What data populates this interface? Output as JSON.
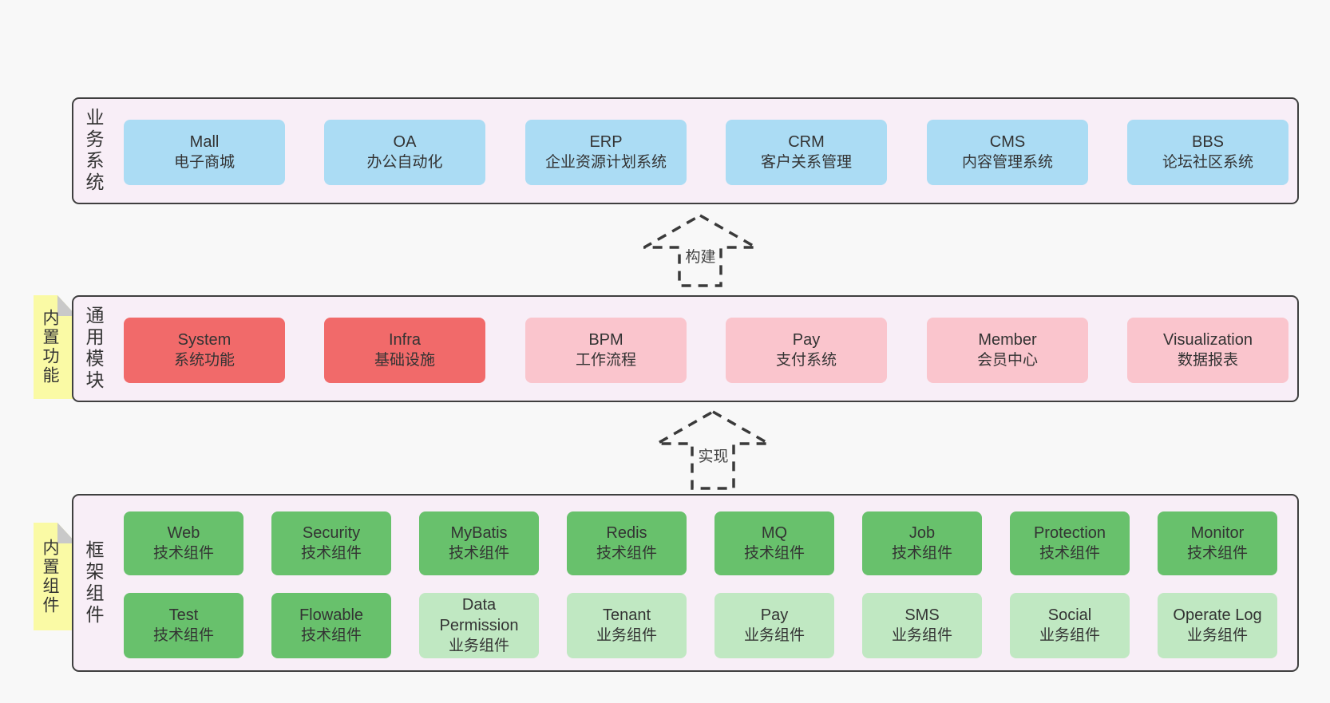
{
  "palette": {
    "page": "#f8f8f8",
    "panel": "#f8eef7",
    "border": "#3f3f3f",
    "blue": "#abdcf4",
    "red": "#f16a6a",
    "pink": "#fac5cd",
    "green": "#68c16c",
    "greenlight": "#c0e8c2",
    "yellow": "#fafaa5",
    "fold": "#c9c9c9",
    "text": "#333333"
  },
  "arrows": [
    {
      "label": "构建"
    },
    {
      "label": "实现"
    }
  ],
  "stickies": [
    {
      "label": "内置功能"
    },
    {
      "label": "内置组件"
    }
  ],
  "layers": [
    {
      "label": "业务系统",
      "boxes": [
        {
          "title": "Mall",
          "subtitle": "电子商城"
        },
        {
          "title": "OA",
          "subtitle": "办公自动化"
        },
        {
          "title": "ERP",
          "subtitle": "企业资源计划系统"
        },
        {
          "title": "CRM",
          "subtitle": "客户关系管理"
        },
        {
          "title": "CMS",
          "subtitle": "内容管理系统"
        },
        {
          "title": "BBS",
          "subtitle": "论坛社区系统"
        }
      ]
    },
    {
      "label": "通用模块",
      "boxes": [
        {
          "title": "System",
          "subtitle": "系统功能"
        },
        {
          "title": "Infra",
          "subtitle": "基础设施"
        },
        {
          "title": "BPM",
          "subtitle": "工作流程"
        },
        {
          "title": "Pay",
          "subtitle": "支付系统"
        },
        {
          "title": "Member",
          "subtitle": "会员中心"
        },
        {
          "title": "Visualization",
          "subtitle": "数据报表"
        }
      ]
    },
    {
      "label": "框架组件",
      "rows": [
        [
          {
            "title": "Web",
            "subtitle": "技术组件"
          },
          {
            "title": "Security",
            "subtitle": "技术组件"
          },
          {
            "title": "MyBatis",
            "subtitle": "技术组件"
          },
          {
            "title": "Redis",
            "subtitle": "技术组件"
          },
          {
            "title": "MQ",
            "subtitle": "技术组件"
          },
          {
            "title": "Job",
            "subtitle": "技术组件"
          },
          {
            "title": "Protection",
            "subtitle": "技术组件"
          },
          {
            "title": "Monitor",
            "subtitle": "技术组件"
          }
        ],
        [
          {
            "title": "Test",
            "subtitle": "技术组件"
          },
          {
            "title": "Flowable",
            "subtitle": "技术组件"
          },
          {
            "title": "Data Permission",
            "subtitle": "业务组件"
          },
          {
            "title": "Tenant",
            "subtitle": "业务组件"
          },
          {
            "title": "Pay",
            "subtitle": "业务组件"
          },
          {
            "title": "SMS",
            "subtitle": "业务组件"
          },
          {
            "title": "Social",
            "subtitle": "业务组件"
          },
          {
            "title": "Operate Log",
            "subtitle": "业务组件"
          }
        ]
      ]
    }
  ]
}
